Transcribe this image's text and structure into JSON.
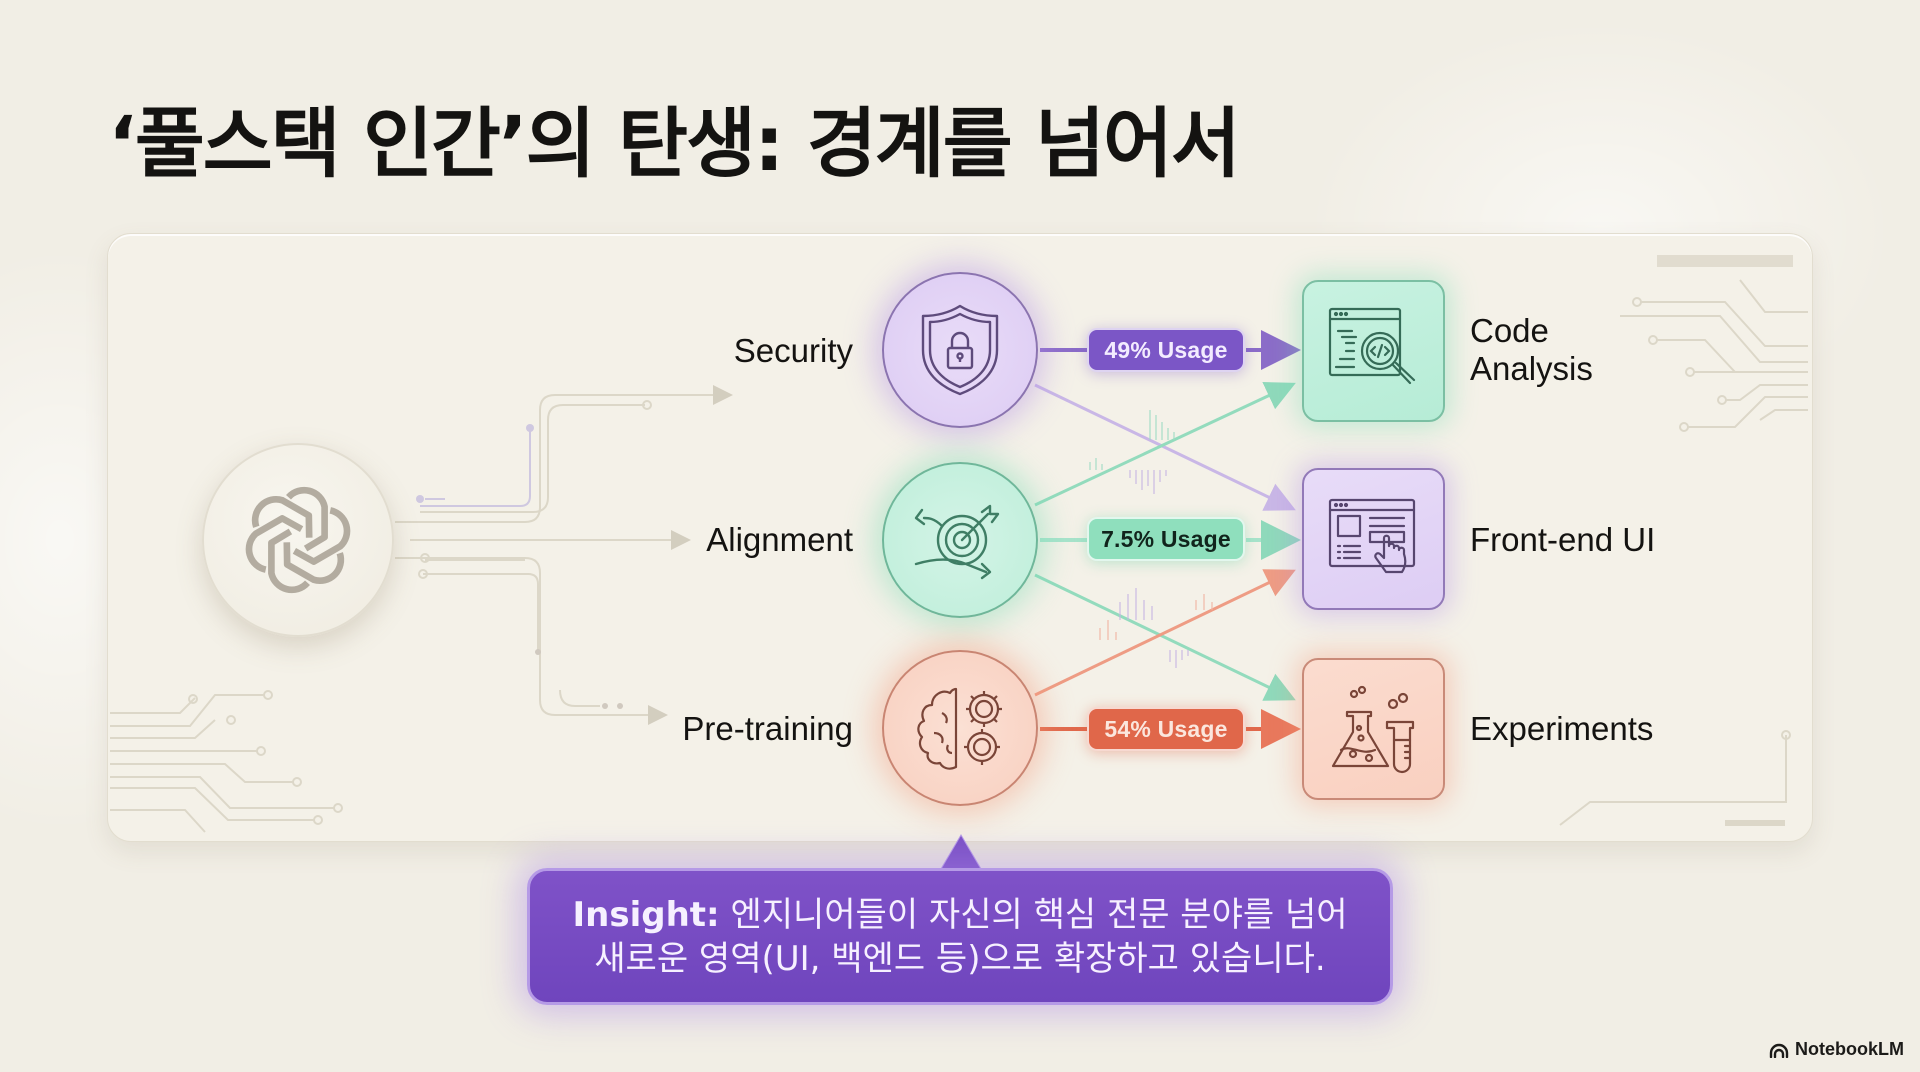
{
  "title": "‘풀스택 인간’의 탄생: 경계를 넘어서",
  "center_node": {
    "icon": "openai-logo-icon"
  },
  "sources": [
    {
      "label": "Security",
      "icon": "shield-lock-icon",
      "color": "#8b74b0"
    },
    {
      "label": "Alignment",
      "icon": "target-arrows-icon",
      "color": "#6fb79a"
    },
    {
      "label": "Pre-training",
      "icon": "brain-gears-icon",
      "color": "#c98572"
    }
  ],
  "badges": [
    {
      "label": "49% Usage",
      "color": "#7b56c6"
    },
    {
      "label": "7.5% Usage",
      "color": "#8fdfbd"
    },
    {
      "label": "54% Usage",
      "color": "#e0674a"
    }
  ],
  "targets": [
    {
      "label_line1": "Code",
      "label_line2": "Analysis",
      "icon": "code-search-icon",
      "color": "#7bbfa3"
    },
    {
      "label_line1": "Front-end UI",
      "label_line2": "",
      "icon": "web-ui-click-icon",
      "color": "#9279b8"
    },
    {
      "label_line1": "Experiments",
      "label_line2": "",
      "icon": "lab-flask-icon",
      "color": "#c98a78"
    }
  ],
  "connections": [
    {
      "from": "Security",
      "to": "Code Analysis",
      "badge": "49% Usage"
    },
    {
      "from": "Security",
      "to": "Front-end UI"
    },
    {
      "from": "Alignment",
      "to": "Front-end UI",
      "badge": "7.5% Usage"
    },
    {
      "from": "Alignment",
      "to": "Code Analysis"
    },
    {
      "from": "Alignment",
      "to": "Experiments"
    },
    {
      "from": "Pre-training",
      "to": "Experiments",
      "badge": "54% Usage"
    },
    {
      "from": "Pre-training",
      "to": "Front-end UI"
    }
  ],
  "insight": {
    "label": "Insight:",
    "line1": "엔지니어들이 자신의 핵심 전문 분야를 넘어",
    "line2": "새로운 영역(UI, 백엔드 등)으로 확장하고 있습니다."
  },
  "brand": {
    "label": "NotebookLM"
  }
}
